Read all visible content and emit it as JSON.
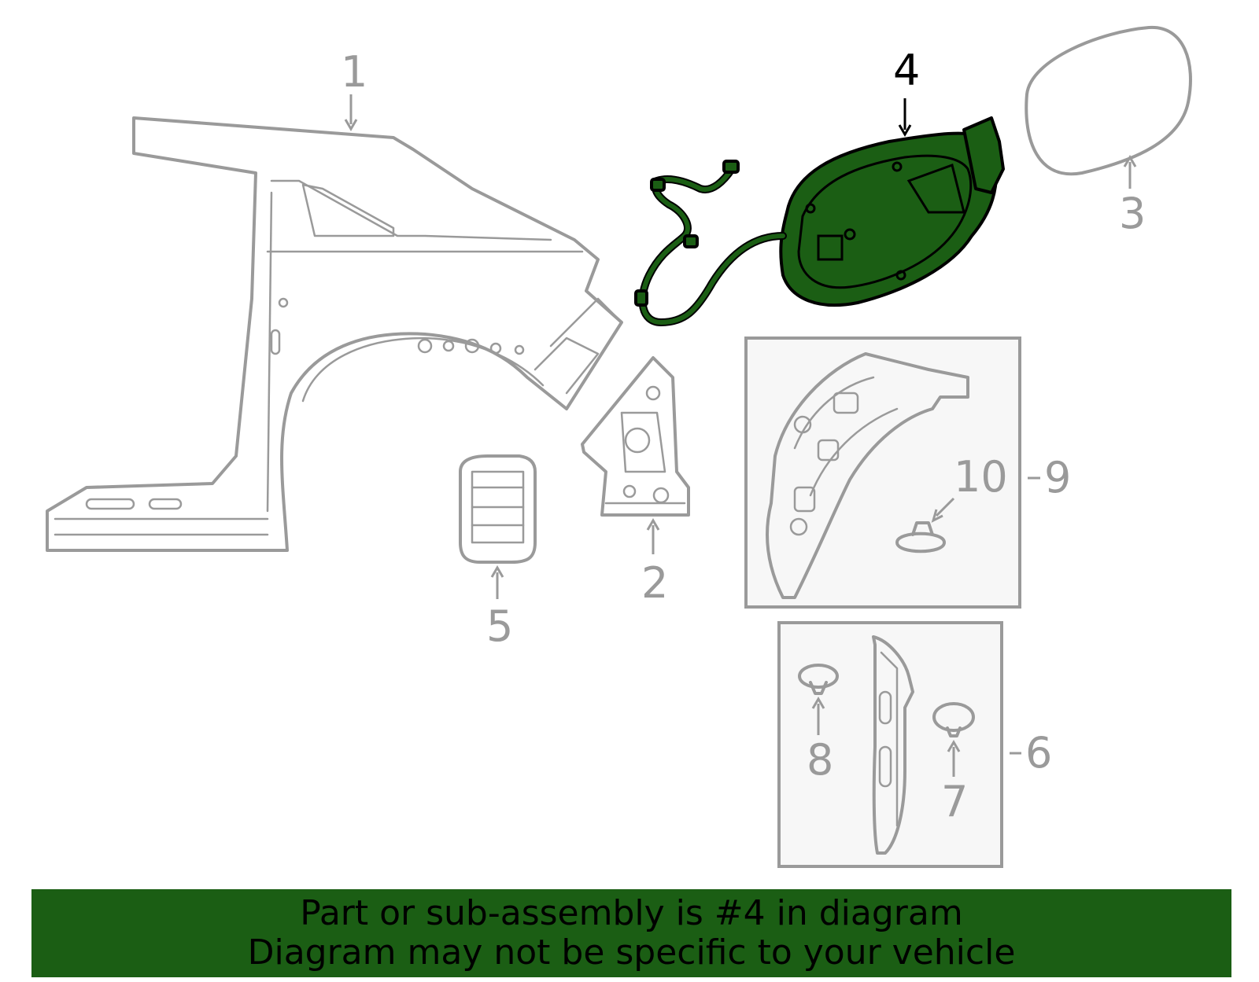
{
  "callouts": {
    "c1": "1",
    "c2": "2",
    "c3": "3",
    "c4": "4",
    "c5": "5",
    "c6": "6",
    "c7": "7",
    "c8": "8",
    "c9": "9",
    "c10": "10"
  },
  "highlighted_callout": "4",
  "banner": {
    "line1": "Part or sub-assembly is #4 in diagram",
    "line2": "Diagram may not be specific to your vehicle"
  },
  "colors": {
    "highlight": "#1b5e14",
    "parts": "#9a9a9a",
    "banner_bg": "#1b5e14"
  }
}
